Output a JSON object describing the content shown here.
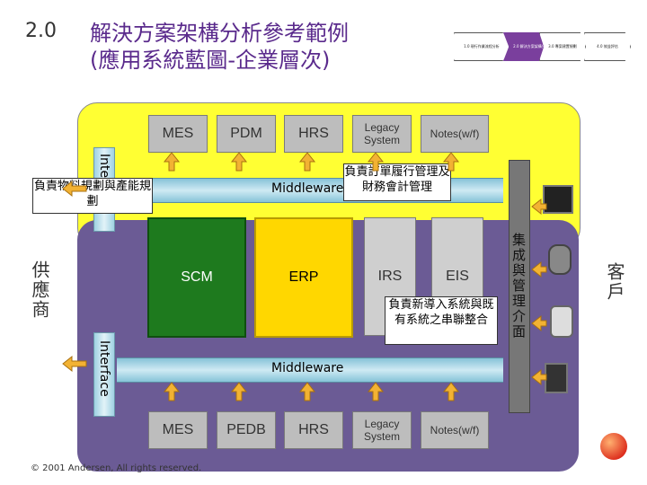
{
  "header": {
    "section_number": "2.0",
    "title_line1": "解決方案架構分析參考範例",
    "title_line2": "(應用系統藍圖-企業層次)"
  },
  "progress_steps": [
    {
      "label": "1.0 現行作業流程分析"
    },
    {
      "label": "2.0 解決方案架構分析",
      "active": true
    },
    {
      "label": "3.0 專案建置規劃"
    },
    {
      "label": "4.0 效益評估"
    }
  ],
  "top_systems": {
    "mes": "MES",
    "pdm": "PDM",
    "hrs": "HRS",
    "legacy": "Legacy System",
    "notes": "Notes(w/f)"
  },
  "bottom_systems": {
    "mes": "MES",
    "pedb": "PEDB",
    "hrs": "HRS",
    "legacy": "Legacy System",
    "notes": "Notes(w/f)"
  },
  "core": {
    "scm": "SCM",
    "erp": "ERP",
    "irs": "IRS",
    "eis": "EIS"
  },
  "middleware_top": "Middleware",
  "middleware_bottom": "Middleware",
  "interface_top": "Interface",
  "interface_bottom": "Interface",
  "integrated_interface": "集成與管理介面",
  "callouts": {
    "planning": "負責物料規劃與產能規劃",
    "order": "負責訂單履行管理及財務會計管理",
    "integration": "負責新導入系統與既有系統之串聯整合"
  },
  "side_labels": {
    "supplier": "供應商",
    "customer": "客戶"
  },
  "footer": "© 2001 Andersen, All rights reserved."
}
